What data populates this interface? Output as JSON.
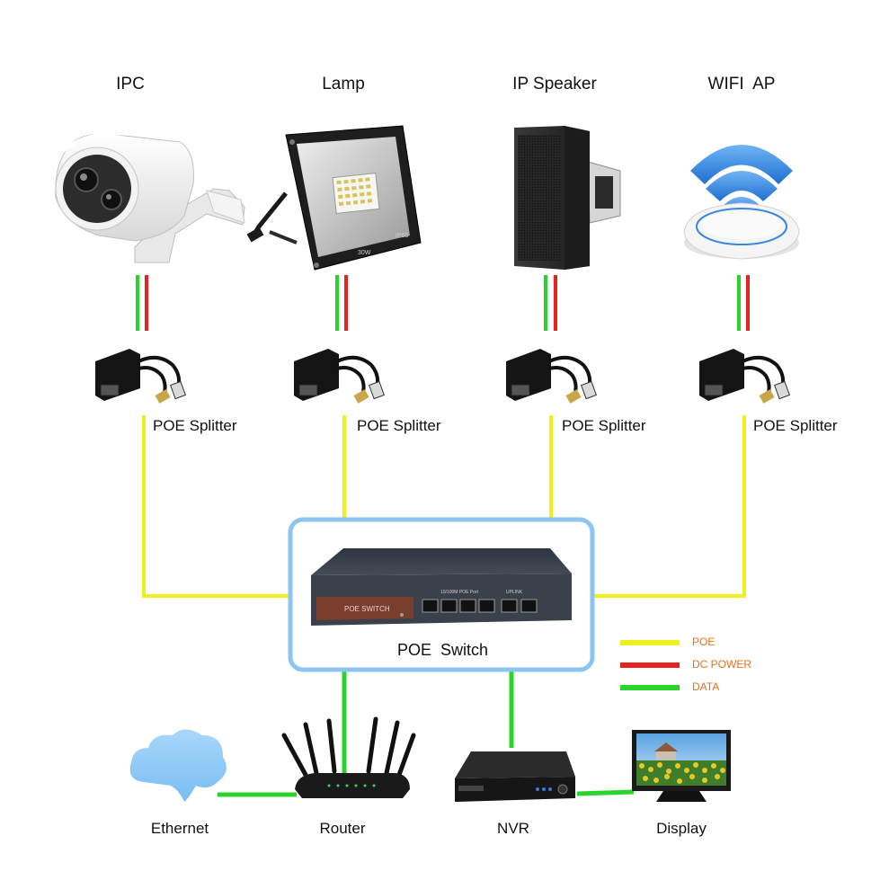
{
  "devices": [
    {
      "label": "IPC"
    },
    {
      "label": "Lamp"
    },
    {
      "label": "IP Speaker"
    },
    {
      "label": "WIFI  AP"
    }
  ],
  "splitters": [
    {
      "label": "POE Splitter"
    },
    {
      "label": "POE Splitter"
    },
    {
      "label": "POE Splitter"
    },
    {
      "label": "POE Splitter"
    }
  ],
  "switch": {
    "label": "POE  Switch",
    "panel_text": "POE SWITCH",
    "port_group_text": "10/100M POE Port",
    "uplink_text": "UPLINK"
  },
  "lamp_markings": {
    "power": "30W",
    "rating": "IP65"
  },
  "bottom": [
    {
      "label": "Ethernet"
    },
    {
      "label": "Router"
    },
    {
      "label": "NVR"
    },
    {
      "label": "Display"
    }
  ],
  "legend": [
    {
      "label": "POE",
      "color": "#f0f01e"
    },
    {
      "label": "DC POWER",
      "color": "#e8221c"
    },
    {
      "label": "DATA",
      "color": "#2bd42b"
    }
  ],
  "colors": {
    "poe": "#f0f01e",
    "dc_power": "#e8221c",
    "data": "#2bd42b",
    "switch_frame": "#8ec5f0",
    "legend_text": "#e8701c"
  },
  "icons": [
    "bullet-camera-icon",
    "floodlight-icon",
    "speaker-icon",
    "wifi-ap-icon",
    "poe-splitter-icon",
    "poe-switch-icon",
    "cloud-icon",
    "router-icon",
    "nvr-icon",
    "monitor-icon"
  ]
}
